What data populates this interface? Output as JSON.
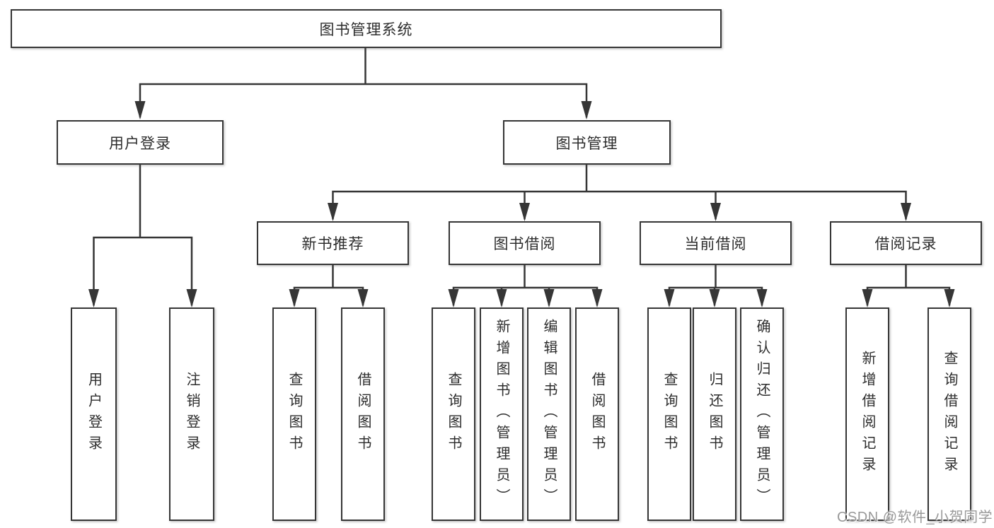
{
  "colors": {
    "line": "#363636",
    "box-border": "#363636",
    "box-bg": "#ffffff",
    "text": "#2d2d2d",
    "watermark": "#999999",
    "page-bg": "#ffffff"
  },
  "nodes": {
    "root": {
      "label": "图书管理系统"
    },
    "user_login": {
      "label": "用户登录"
    },
    "book_mgmt": {
      "label": "图书管理"
    },
    "new_rec": {
      "label": "新书推荐"
    },
    "book_borrow": {
      "label": "图书借阅"
    },
    "current_borrow": {
      "label": "当前借阅"
    },
    "borrow_records": {
      "label": "借阅记录"
    },
    "leaf_user_login": {
      "label": "用户登录"
    },
    "leaf_logout": {
      "label": "注销登录"
    },
    "leaf_rec_query": {
      "label": "查询图书"
    },
    "leaf_rec_borrow": {
      "label": "借阅图书"
    },
    "leaf_bb_query": {
      "label": "查询图书"
    },
    "leaf_bb_add": {
      "label": "新增图书（管理员）"
    },
    "leaf_bb_edit": {
      "label": "编辑图书（管理员）"
    },
    "leaf_bb_borrow": {
      "label": "借阅图书"
    },
    "leaf_cb_query": {
      "label": "查询图书"
    },
    "leaf_cb_return": {
      "label": "归还图书"
    },
    "leaf_cb_confirm": {
      "label": "确认归还（管理员）"
    },
    "leaf_br_add": {
      "label": "新增借阅记录"
    },
    "leaf_br_query": {
      "label": "查询借阅记录"
    }
  },
  "watermark": "CSDN @软件_小贺同学"
}
